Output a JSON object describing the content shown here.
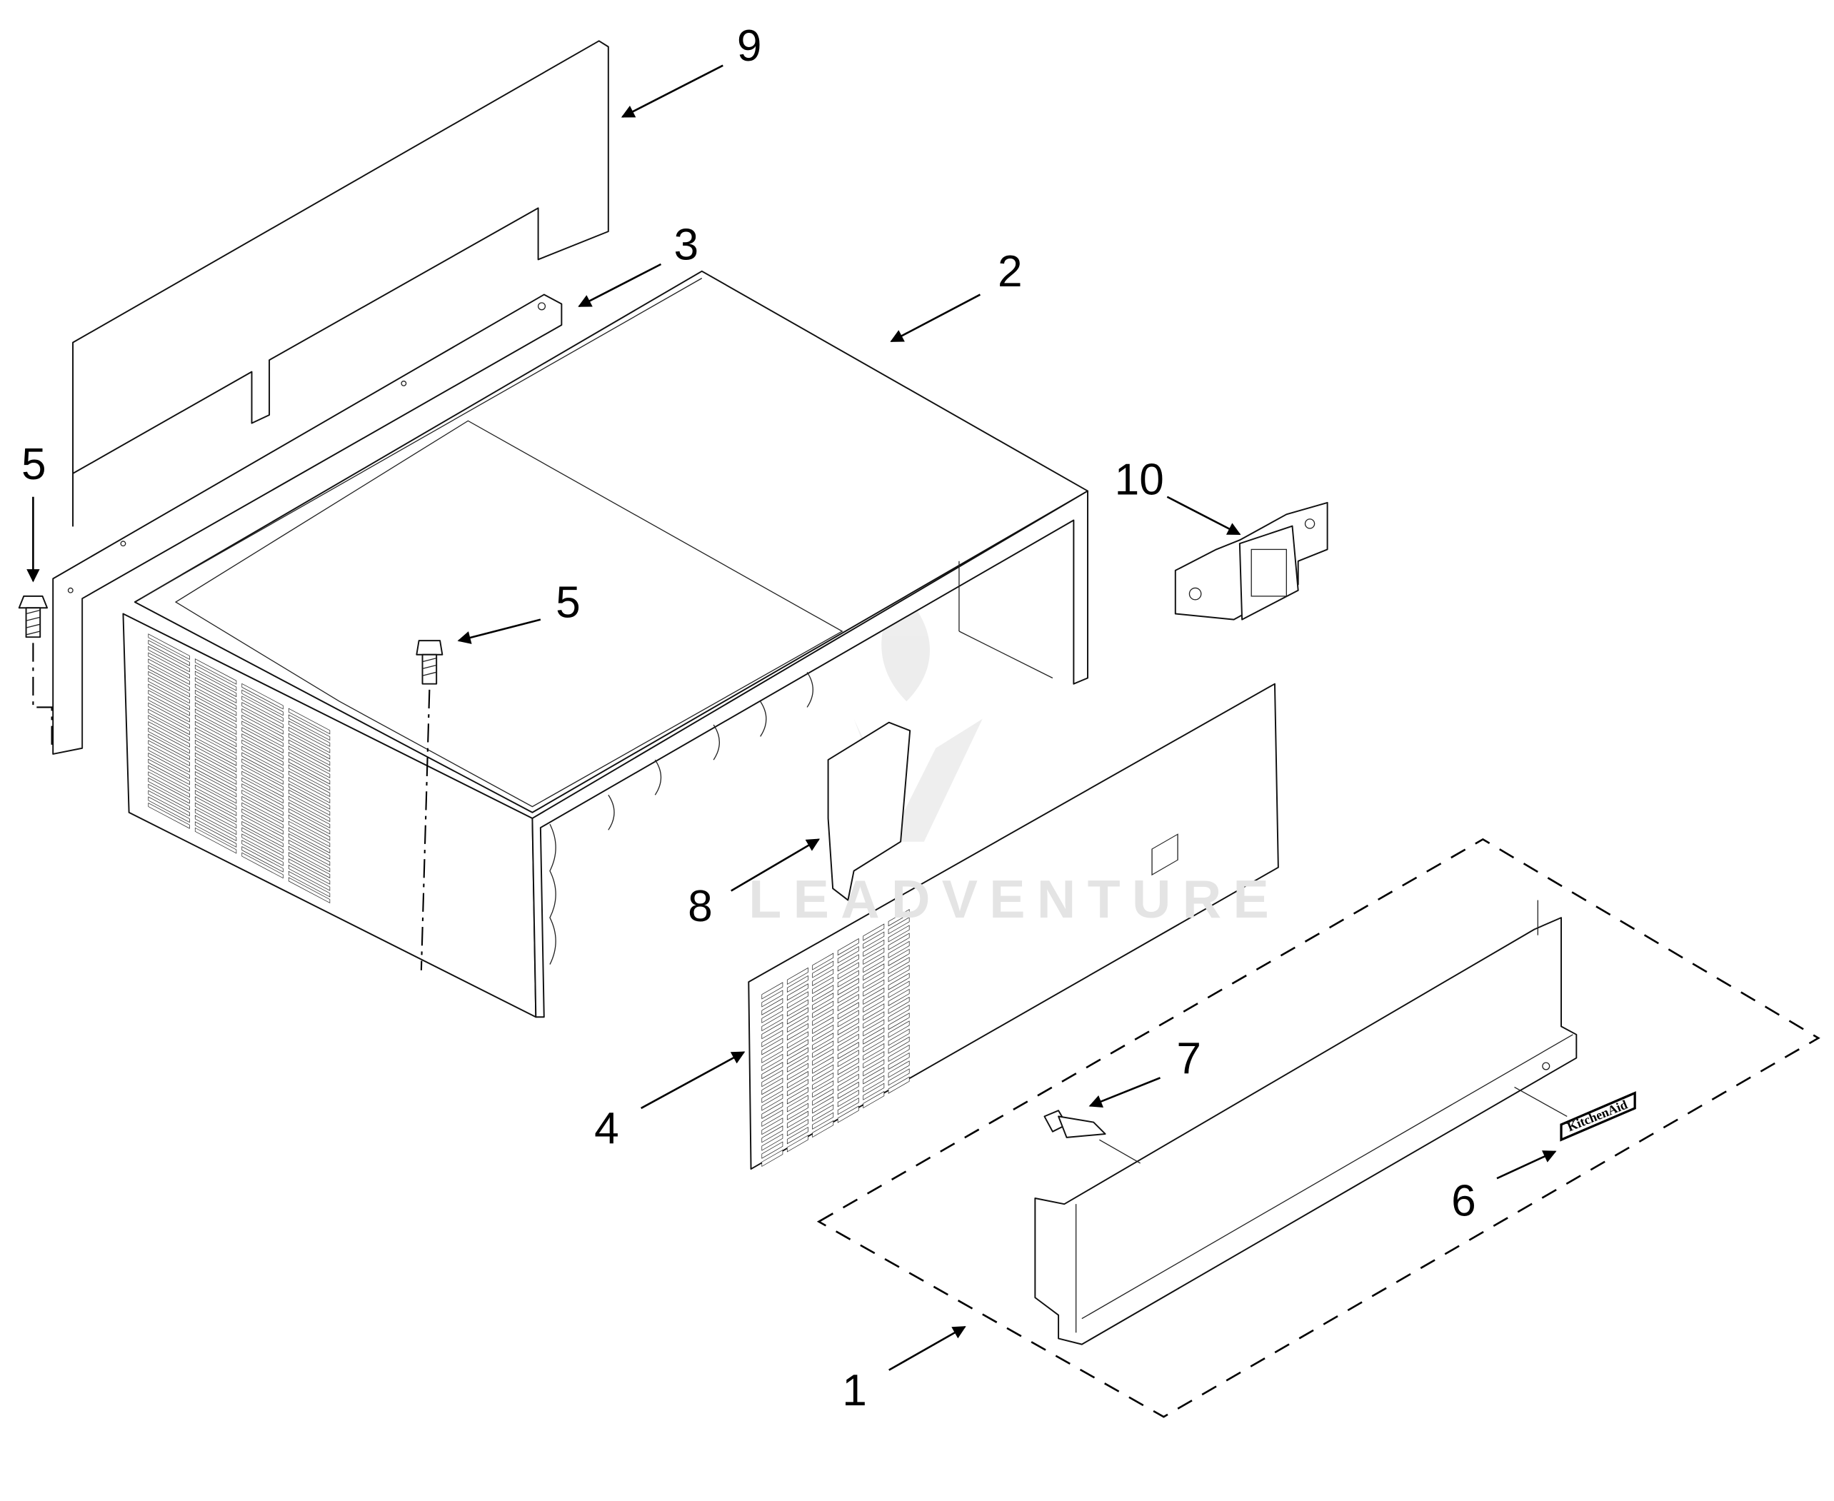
{
  "diagram": {
    "type": "exploded parts diagram",
    "callouts": [
      "9",
      "3",
      "2",
      "5",
      "10",
      "5",
      "8",
      "4",
      "7",
      "6",
      "1"
    ],
    "watermark": "LEADVENTURE",
    "badge_text": "KitchenAid",
    "colors": {
      "line": "#000000",
      "background": "#ffffff",
      "watermark": "#e4e4e4"
    }
  }
}
